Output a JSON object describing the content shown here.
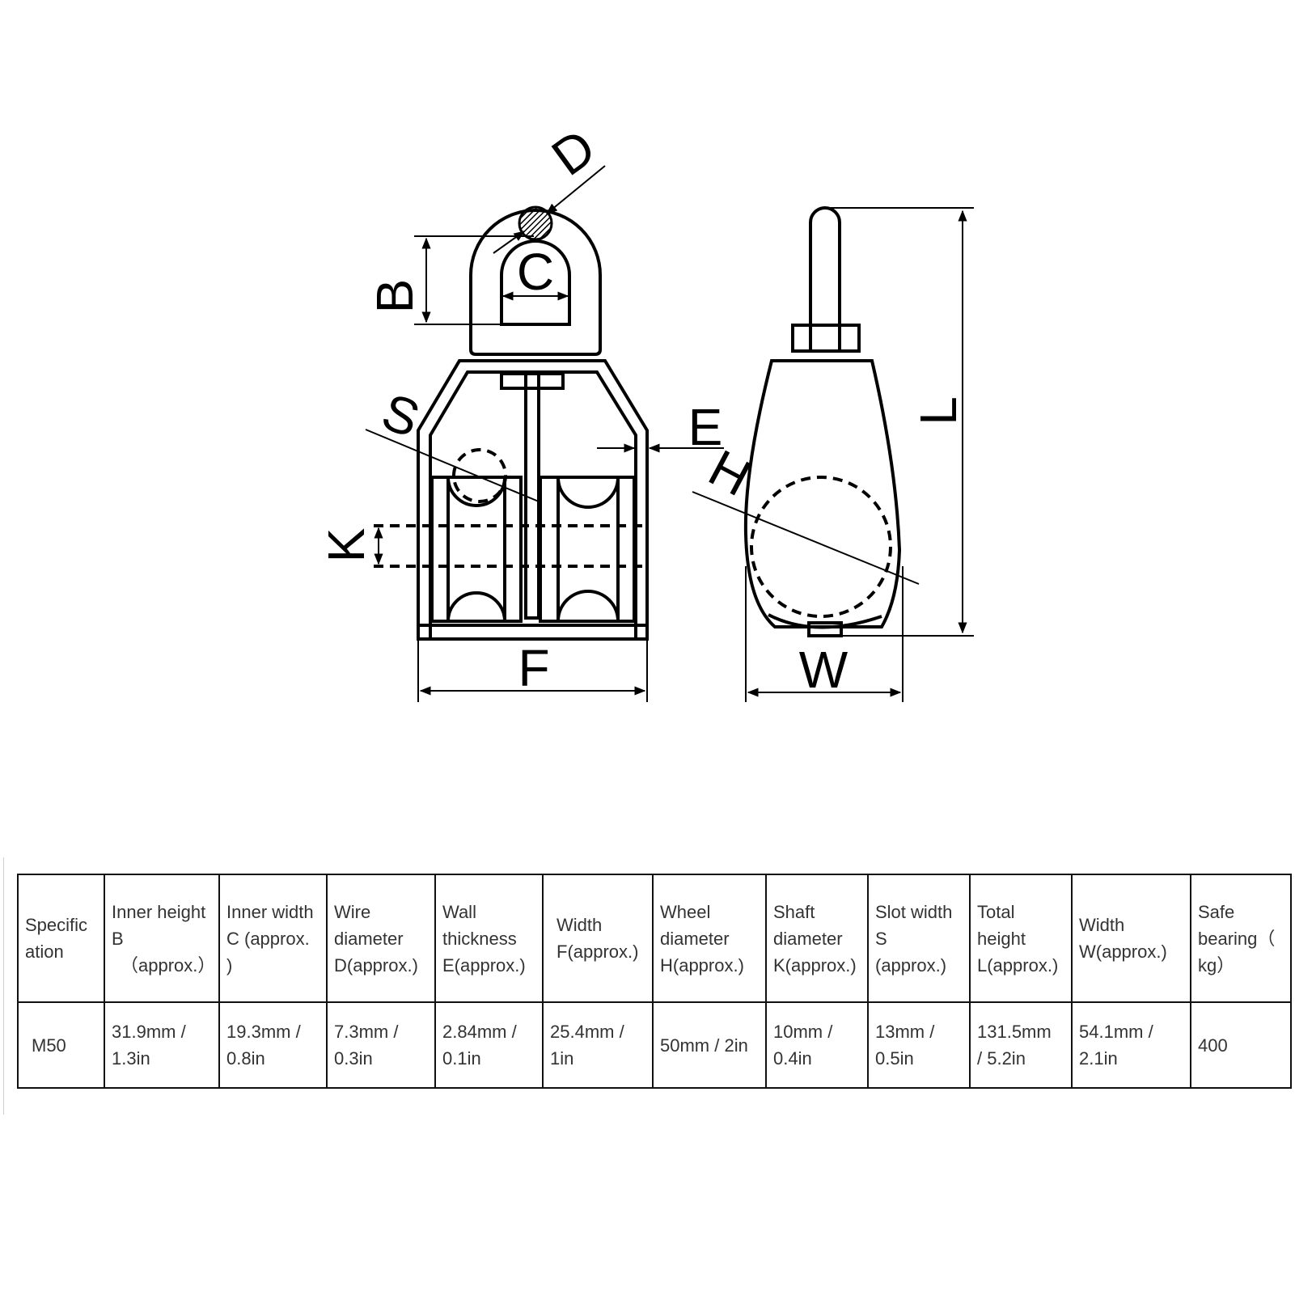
{
  "diagram": {
    "labels": {
      "B": "B",
      "C": "C",
      "D": "D",
      "S": "S",
      "E": "E",
      "K": "K",
      "F": "F",
      "H": "H",
      "L": "L",
      "W": "W"
    }
  },
  "table": {
    "headers": [
      "Specific\nation",
      "Inner height\nB\n　（approx.）",
      "Inner width\nC (approx.\n)",
      "Wire\ndiameter\nD(approx.)",
      "Wall\nthickness\nE(approx.)",
      "Width\nF(approx.)",
      "Wheel\ndiameter\nH(approx.)",
      "Shaft\ndiameter\nK(approx.)",
      "Slot width\nS\n(approx.)",
      "Total\nheight\nL(approx.)",
      "Width\nW(approx.)",
      "Safe\nbearing（\nkg）"
    ],
    "rows": [
      [
        "M50",
        "31.9mm /\n1.3in",
        "19.3mm /\n0.8in",
        "7.3mm /\n0.3in",
        "2.84mm /\n0.1in",
        "25.4mm /\n1in",
        "50mm / 2in",
        "10mm /\n0.4in",
        "13mm /\n0.5in",
        "131.5mm\n/ 5.2in",
        "54.1mm /\n2.1in",
        "400"
      ]
    ]
  }
}
